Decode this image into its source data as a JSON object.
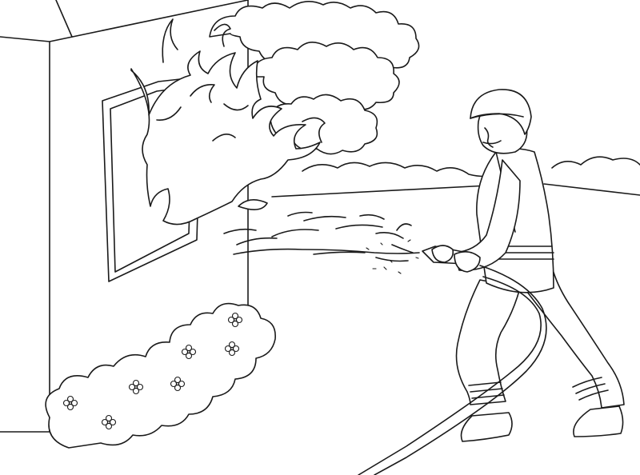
{
  "image": {
    "kind": "line-art coloring page",
    "colors": {
      "line": "#1a1a1a",
      "paper": "#ffffff"
    },
    "objects": [
      "house",
      "window",
      "fire",
      "smoke",
      "water-spray",
      "firefighter",
      "fire-hose",
      "flowering-bush",
      "hills"
    ]
  }
}
